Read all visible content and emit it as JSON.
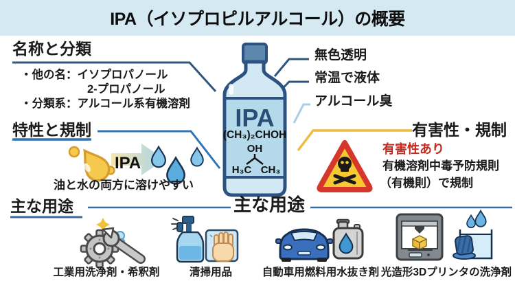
{
  "title": "IPA（イソプロピルアルコール）の概要",
  "naming": {
    "heading": "名称と分類",
    "alias_line": "・他の名：イソプロパノール",
    "alias_line2": "2-プロパノール",
    "class_line": "・分類系：アルコール系有機溶剤"
  },
  "properties": {
    "heading": "特性と規制",
    "arrow_label": "IPA",
    "caption": "油と水の両方に溶けやすい"
  },
  "bottle": {
    "name": "IPA",
    "formula": "(CH₃)₂CHOH",
    "hydroxyl": "OH",
    "methyl_left": "H₃C",
    "methyl_right": "CH₃"
  },
  "traits": {
    "t1": "無色透明",
    "t2": "常温で液体",
    "t3": "アルコール臭"
  },
  "hazard": {
    "heading": "有害性・規制",
    "alert": "有害性あり",
    "line1": "有機溶剤中毒予防規則",
    "line2": "（有機則）で規制"
  },
  "uses": {
    "heading_left": "主な用途",
    "heading_center": "主な用途",
    "items": [
      {
        "label": "工業用洗浄剤・希釈剤"
      },
      {
        "label": "清掃用品"
      },
      {
        "label": "自動車用燃料用水抜き剤"
      },
      {
        "label": "光造形3Dプリンタの洗浄剤"
      }
    ]
  },
  "colors": {
    "header_bg": "#d5e9f2",
    "navy_line": "#31567d",
    "blue_line": "#2e75b6",
    "light_blue_line": "#a9cfe3",
    "yellow_line": "#eebc3e",
    "uses_line": "#3b6b9e",
    "alert_red": "#c42a20",
    "bottle_outline": "#2b5280"
  }
}
